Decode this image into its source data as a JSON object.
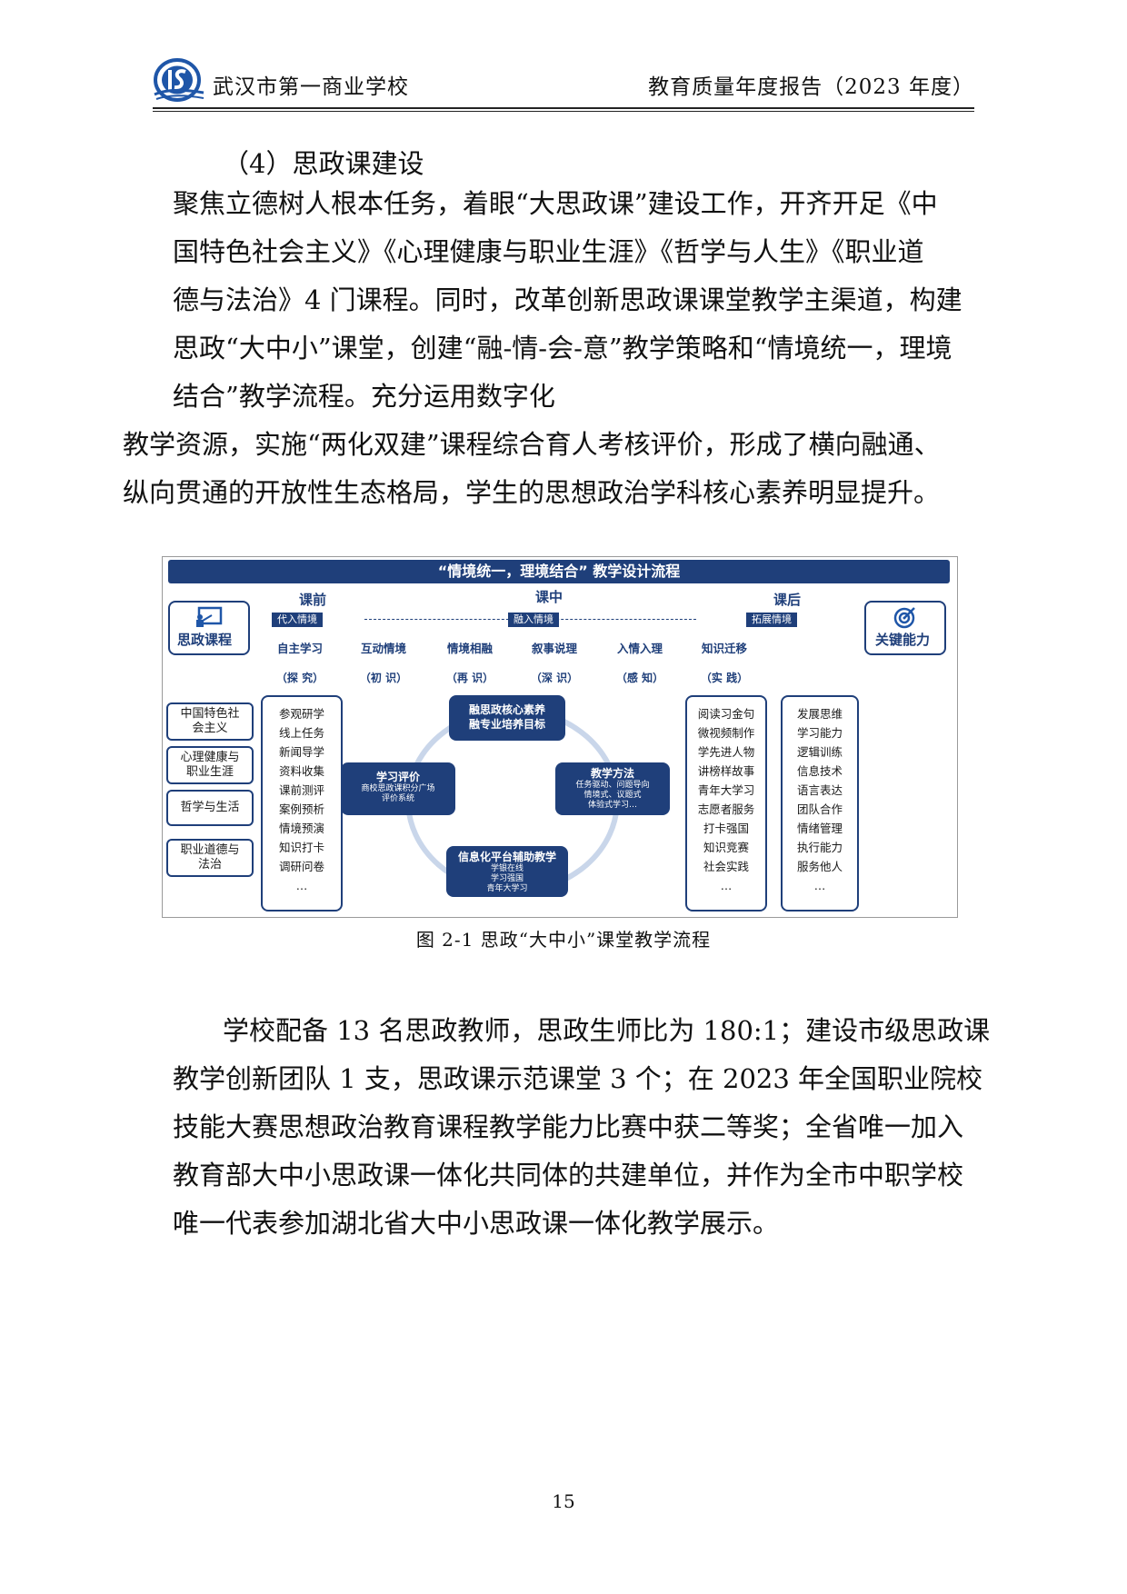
{
  "header": {
    "school": "武汉市第一商业学校",
    "report": "教育质量年度报告（2023 年度）"
  },
  "section_heading": "（4）思政课建设",
  "para1": [
    "聚焦立德树人根本任务，着眼“大思政课”建设工作，开齐开足《中",
    "国特色社会主义》《心理健康与职业生涯》《哲学与人生》《职业道",
    "德与法治》4 门课程。同时，改革创新思政课课堂教学主渠道，构建",
    "思政“大中小”课堂，创建“融-情-会-意”教学策略和“情境统一，理境",
    "结合”教学流程。充分运用数字化",
    "教学资源，实施“两化双建”课程综合育人考核评价，形成了横向融通、",
    "纵向贯通的开放性生态格局，学生的思想政治学科核心素养明显提升。"
  ],
  "figure": {
    "title": "“情境统一，理境结合” 教学设计流程",
    "phases": {
      "pre": "课前",
      "mid": "课中",
      "post": "课后"
    },
    "tags": {
      "pre": "代入情境",
      "mid": "融入情境",
      "post": "拓展情境"
    },
    "left_box_label": "思政课程",
    "right_box_label": "关键能力",
    "stages": [
      {
        "name": "自主学习",
        "sub": "（探 究）"
      },
      {
        "name": "互动情境",
        "sub": "（初 识）"
      },
      {
        "name": "情境相融",
        "sub": "（再 识）"
      },
      {
        "name": "叙事说理",
        "sub": "（深 识）"
      },
      {
        "name": "入情入理",
        "sub": "（感 知）"
      },
      {
        "name": "知识迁移",
        "sub": "（实 践）"
      }
    ],
    "courses": [
      [
        "中国特色社",
        "会主义"
      ],
      [
        "心理健康与",
        "职业生涯"
      ],
      [
        "哲学与生活"
      ],
      [
        "职业道德与",
        "法治"
      ]
    ],
    "pre_list": [
      "参观研学",
      "线上任务",
      "新闻导学",
      "资料收集",
      "课前测评",
      "案例预析",
      "情境预演",
      "知识打卡",
      "调研问卷",
      "…"
    ],
    "post_list": [
      "阅读习金句",
      "微视频制作",
      "学先进人物",
      "讲榜样故事",
      "青年大学习",
      "志愿者服务",
      "打卡强国",
      "知识竞赛",
      "社会实践",
      "…"
    ],
    "abilities": [
      "发展思维",
      "学习能力",
      "逻辑训练",
      "信息技术",
      "语言表达",
      "团队合作",
      "情绪管理",
      "执行能力",
      "服务他人",
      "…"
    ],
    "center_nodes": {
      "top": {
        "title": "融思政核心素养",
        "sub": "融专业培养目标"
      },
      "right": {
        "title": "教学方法",
        "sub1": "任务驱动、问题导向",
        "sub2": "情境式、议题式",
        "sub3": "体验式学习…"
      },
      "bottom": {
        "title": "信息化平台辅助教学",
        "sub1": "学银在线",
        "sub2": "学习强国",
        "sub3": "青年大学习"
      },
      "left": {
        "title": "学习评价",
        "sub1": "商校思政课积分广场",
        "sub2": "评价系统"
      }
    },
    "caption": "图 2-1 思政“大中小”课堂教学流程"
  },
  "para2": [
    "学校配备 13 名思政教师，思政生师比为 180:1；建设市级思政课",
    "教学创新团队 1 支，思政课示范课堂 3 个；在 2023 年全国职业院校",
    "技能大赛思想政治教育课程教学能力比赛中获二等奖；全省唯一加入",
    "教育部大中小思政课一体化共同体的共建单位，并作为全市中职学校",
    "唯一代表参加湖北省大中小思政课一体化教学展示。"
  ],
  "page_number": "15"
}
